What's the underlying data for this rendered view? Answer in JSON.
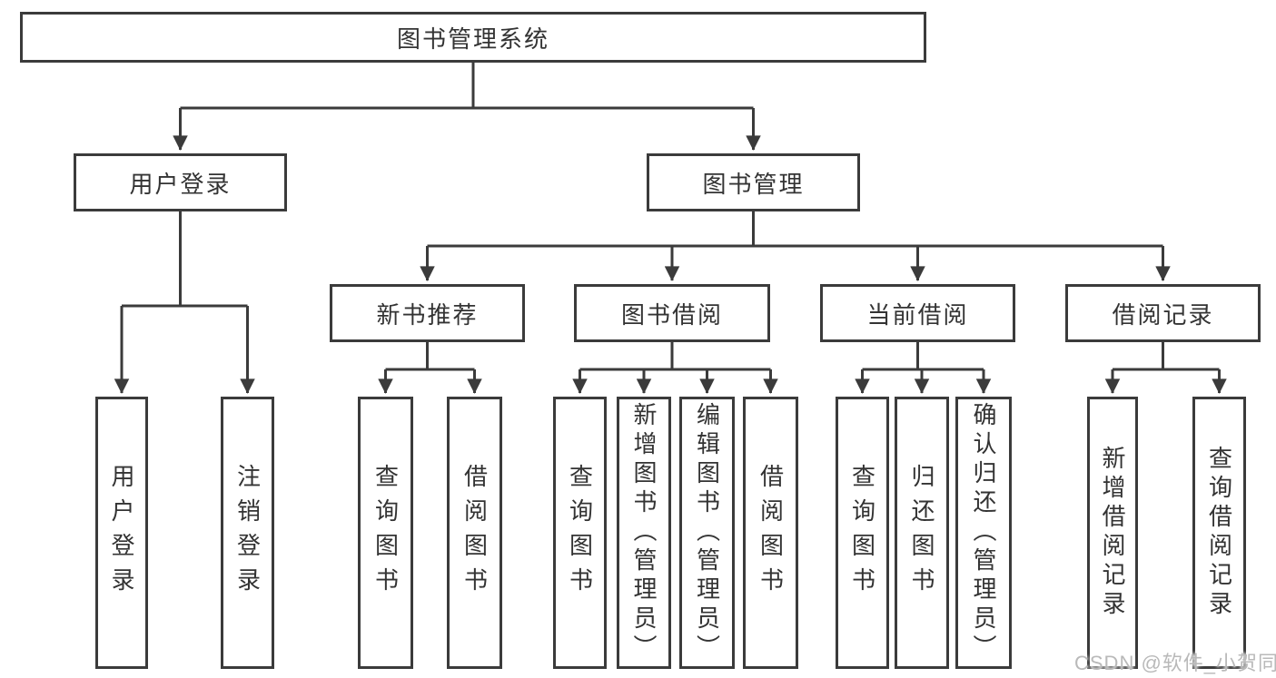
{
  "diagram": {
    "nodes": {
      "root": "图书管理系统",
      "user_login": "用户登录",
      "book_management": "图书管理",
      "new_book_recommend": "新书推荐",
      "book_borrow": "图书借阅",
      "current_borrow": "当前借阅",
      "borrow_records": "借阅记录"
    },
    "leaves": {
      "user_login": "用户登录",
      "logout_login": "注销登录",
      "rec_query_book": "查询图书",
      "rec_borrow_book": "借阅图书",
      "bb_query_book": "查询图书",
      "bb_add_book_admin": "新增图书（管理员）",
      "bb_edit_book_admin": "编辑图书（管理员）",
      "bb_borrow_book": "借阅图书",
      "cb_query_book": "查询图书",
      "cb_return_book": "归还图书",
      "cb_confirm_return_admin": "确认归还（管理员）",
      "br_add_record": "新增借阅记录",
      "br_query_record": "查询借阅记录"
    },
    "watermark": "CSDN @软件_小贺同学",
    "colors": {
      "line": "#3b3b3b",
      "text": "#333333",
      "watermark": "#b9b9b9",
      "background": "#ffffff"
    }
  }
}
